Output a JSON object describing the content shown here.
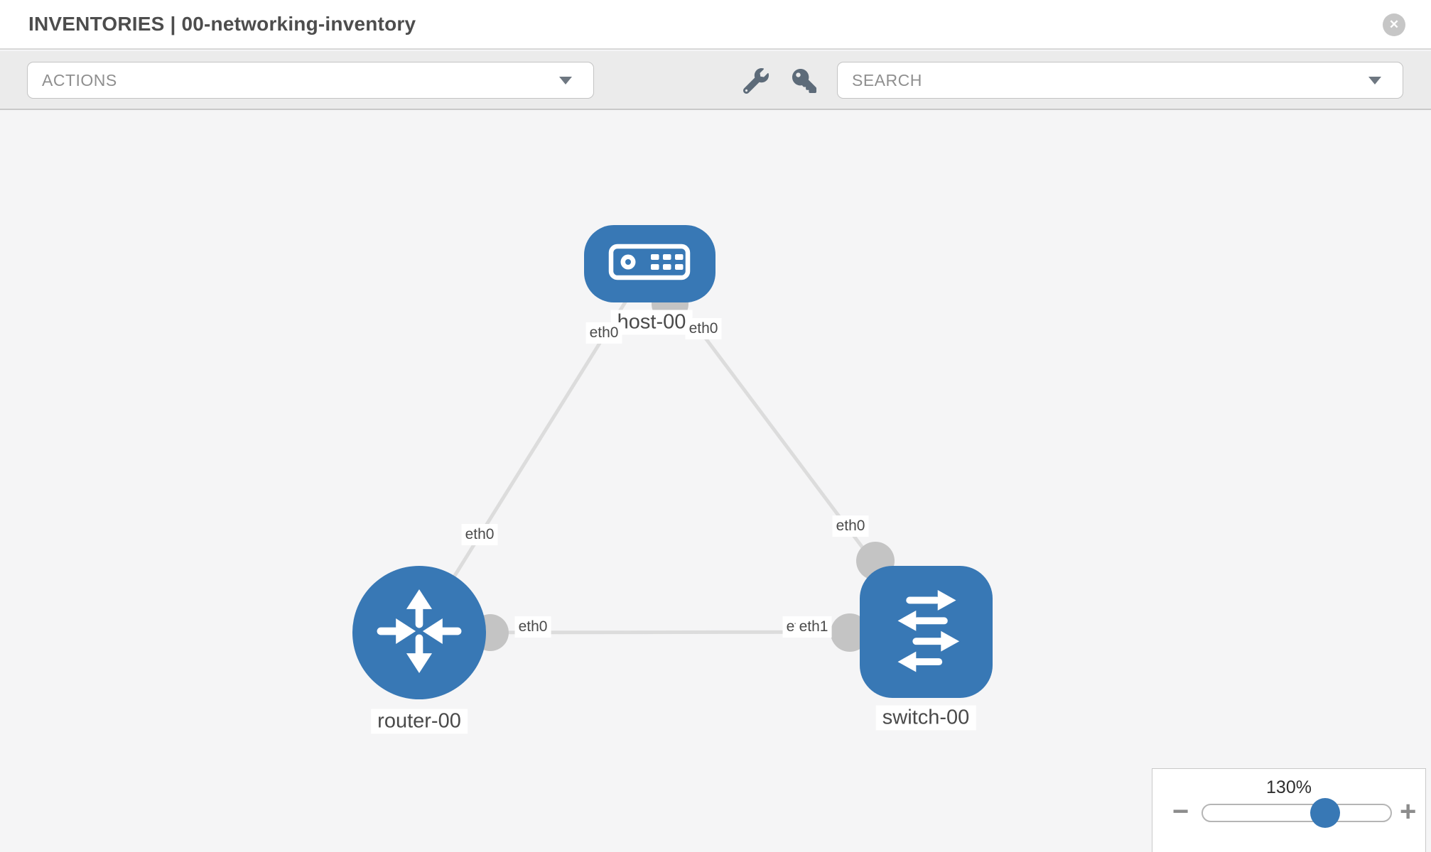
{
  "header": {
    "title": "INVENTORIES | 00-networking-inventory",
    "close_glyph": "✕"
  },
  "toolbar": {
    "actions_label": "ACTIONS",
    "search_label": "SEARCH"
  },
  "diagram": {
    "nodes": [
      {
        "id": "host-00",
        "label": "host-00",
        "type": "host"
      },
      {
        "id": "router-00",
        "label": "router-00",
        "type": "router"
      },
      {
        "id": "switch-00",
        "label": "switch-00",
        "type": "switch"
      }
    ],
    "links": [
      {
        "from": "host-00",
        "to": "router-00",
        "from_interface": "eth0",
        "to_interface": "eth0"
      },
      {
        "from": "host-00",
        "to": "switch-00",
        "from_interface": "eth0",
        "to_interface": "eth0"
      },
      {
        "from": "router-00",
        "to": "switch-00",
        "from_interface": "eth0",
        "to_interface": "eth1"
      }
    ],
    "interface_chips": [
      {
        "id": "host-router-host-side",
        "text": "eth0"
      },
      {
        "id": "host-router-router-side",
        "text": "eth0"
      },
      {
        "id": "host-switch-host-side",
        "text": "eth0"
      },
      {
        "id": "host-switch-switch-side",
        "text": "eth0"
      },
      {
        "id": "router-switch-router-side",
        "text": "eth0"
      },
      {
        "id": "router-switch-switch-under",
        "text": "eth0"
      },
      {
        "id": "router-switch-switch-side",
        "text": "eth1"
      }
    ]
  },
  "zoom_control": {
    "level": "130%",
    "minus_label": "−",
    "plus_label": "+"
  },
  "colors": {
    "node_blue": "#3878b5",
    "link_gray": "#dcdcdc",
    "connector_gray": "#c4c4c4",
    "canvas_bg": "#f5f5f6",
    "toolbar_bg": "#ebebeb"
  }
}
